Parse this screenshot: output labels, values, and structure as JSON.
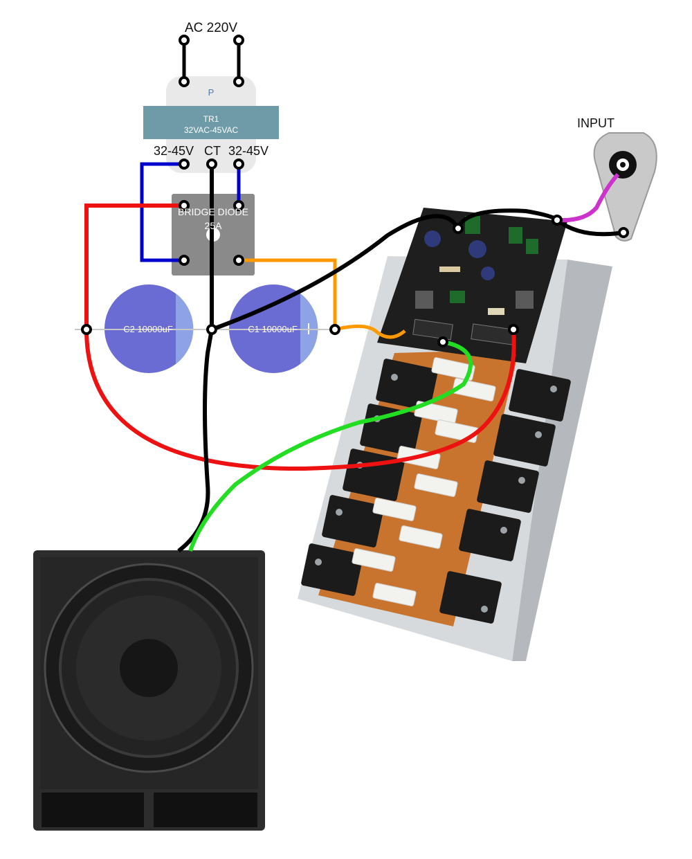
{
  "labels": {
    "ac": "AC 220V",
    "primary": "P",
    "transformer_name": "TR1",
    "transformer_spec": "32VAC-45VAC",
    "sec_left": "32-45V",
    "sec_ct": "CT",
    "sec_right": "32-45V",
    "bridge_line1": "BRIDGE DIODE",
    "bridge_line2": "25A",
    "cap_c2": "C2 10000uF",
    "cap_c1": "C1 10000uF",
    "input": "INPUT"
  },
  "colors": {
    "positive_rail": "#ee1111",
    "negative_rail": "#ff9900",
    "ac_secondary": "#0000cc",
    "ground": "#000000",
    "speaker_out": "#22dd22",
    "input_signal": "#cc33cc",
    "transformer_bar": "#6f9aa8",
    "capacitor": "#6b6bd4",
    "bridge": "#8a8a8a"
  },
  "components": {
    "transformer": "transformer",
    "bridge": "bridge-rectifier",
    "capacitors": [
      "C2",
      "C1"
    ],
    "amplifier": "amplifier-board-with-heatsink",
    "speaker": "subwoofer-cabinet",
    "input_jack": "input-connector"
  }
}
